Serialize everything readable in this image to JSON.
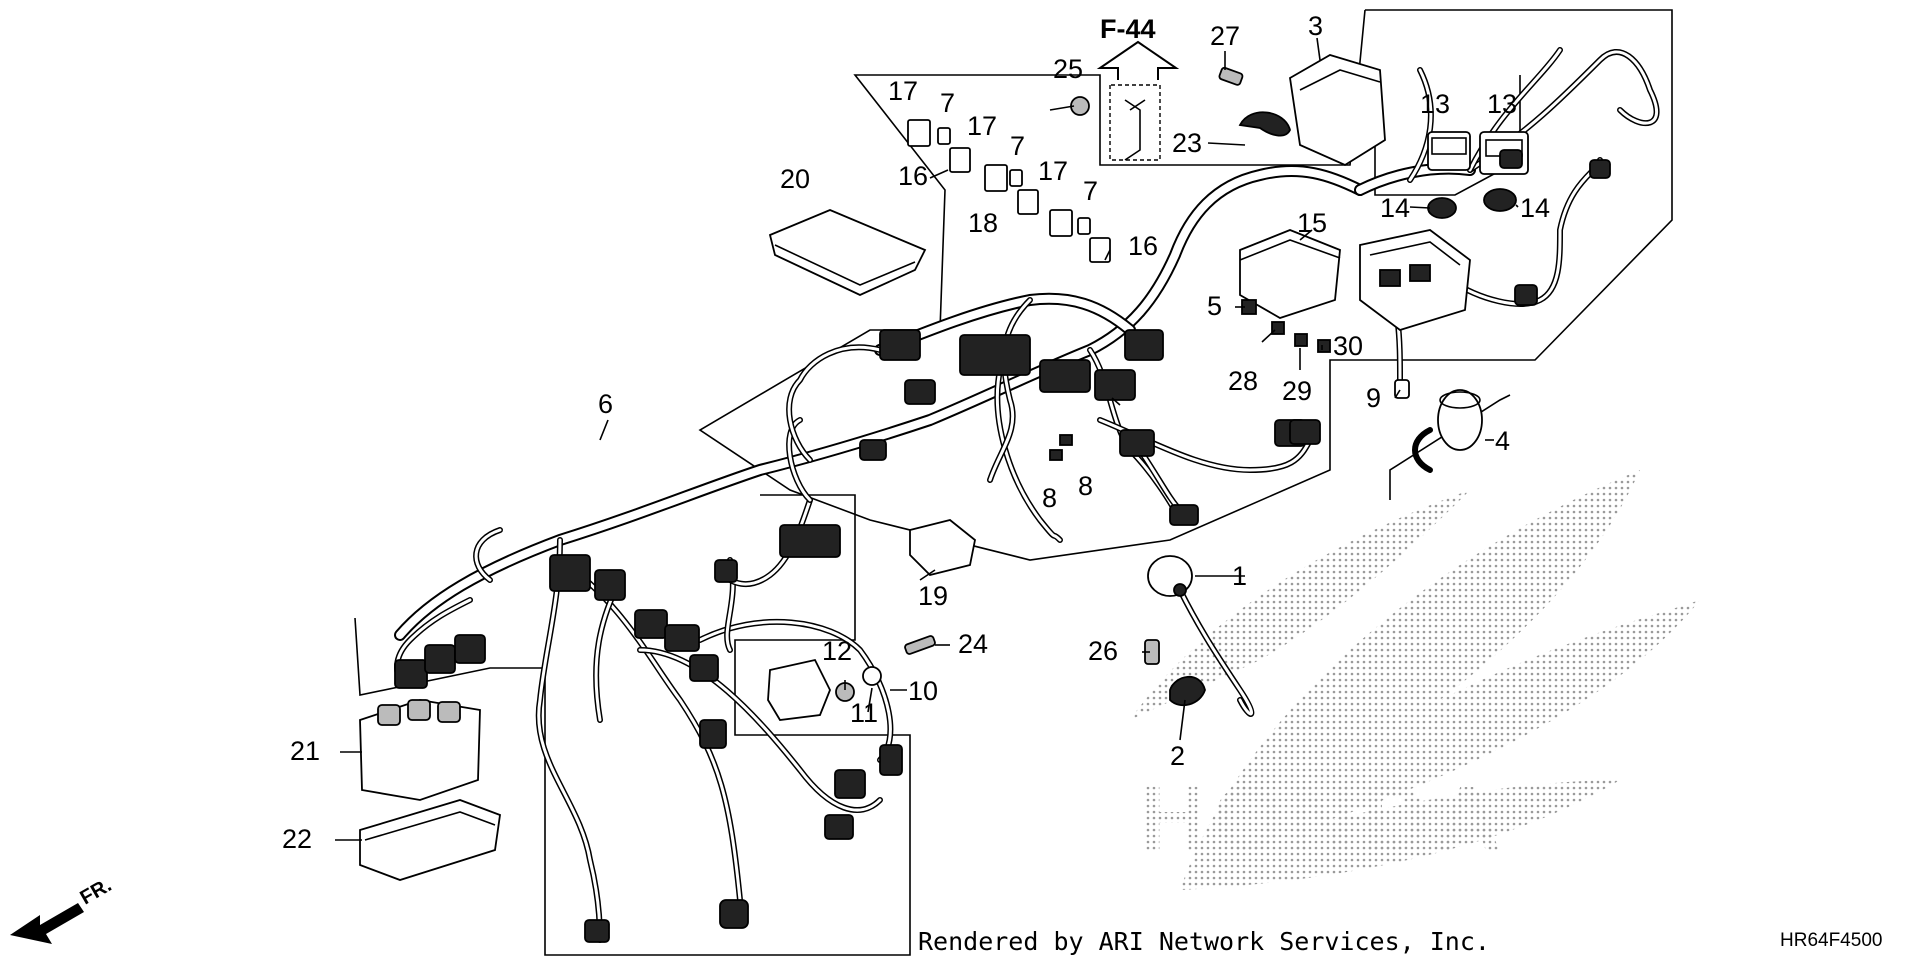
{
  "diagram": {
    "reference": "F-44",
    "callouts": [
      "1",
      "2",
      "3",
      "4",
      "5",
      "6",
      "7",
      "7",
      "7",
      "8",
      "8",
      "9",
      "10",
      "11",
      "12",
      "13",
      "13",
      "14",
      "14",
      "15",
      "16",
      "16",
      "17",
      "17",
      "17",
      "18",
      "19",
      "20",
      "21",
      "22",
      "23",
      "24",
      "25",
      "26",
      "27",
      "28",
      "29",
      "30"
    ],
    "footer_credit": "Rendered by ARI Network Services, Inc.",
    "diagram_code": "HR64F4500",
    "direction_label": "FR.",
    "watermark_text": "HONDA"
  }
}
